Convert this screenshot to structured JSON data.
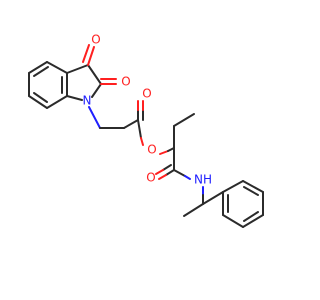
{
  "molecule": {
    "atoms": {
      "O1": "O",
      "O2": "O",
      "N1": "N",
      "O3": "O",
      "O4": "O",
      "O5": "O",
      "NH": "NH"
    },
    "colors": {
      "bond": "#2b2b2b",
      "oxygen": "#ff2020",
      "nitrogen": "#2020ff",
      "background": "#ffffff"
    }
  }
}
